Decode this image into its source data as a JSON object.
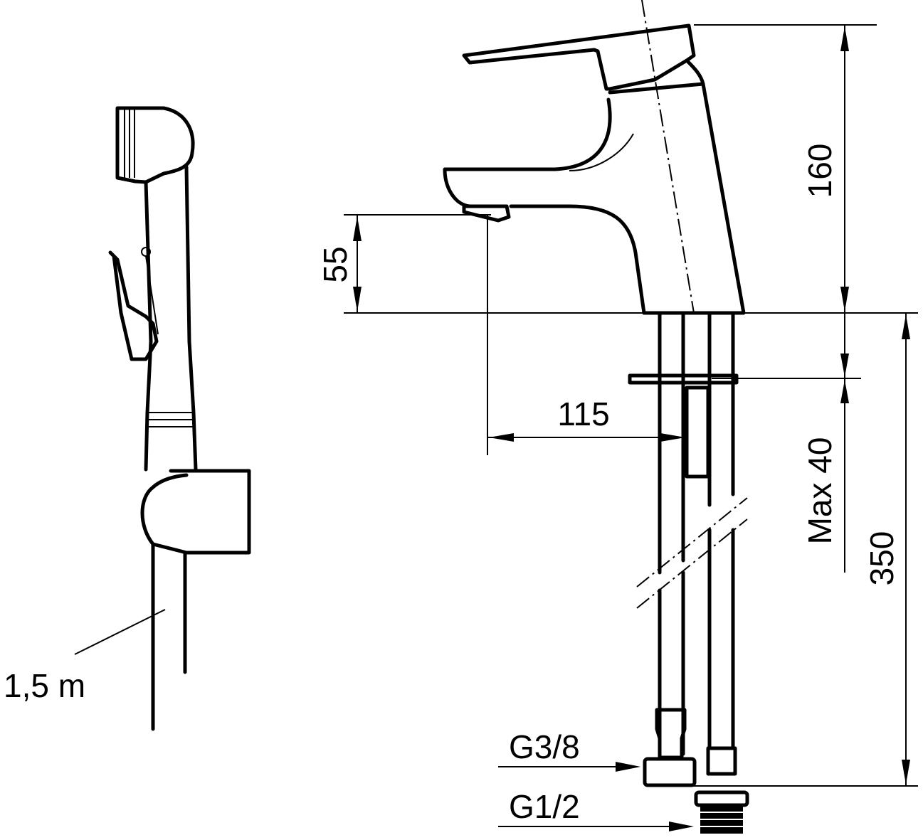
{
  "drawing": {
    "hose_length_label": "1,5 m",
    "dim_spout_height": "55",
    "dim_total_height": "160",
    "dim_spout_reach": "115",
    "dim_max_deck": "Max 40",
    "dim_hose_length": "350",
    "thread_top": "G3/8",
    "thread_bottom": "G1/2"
  }
}
